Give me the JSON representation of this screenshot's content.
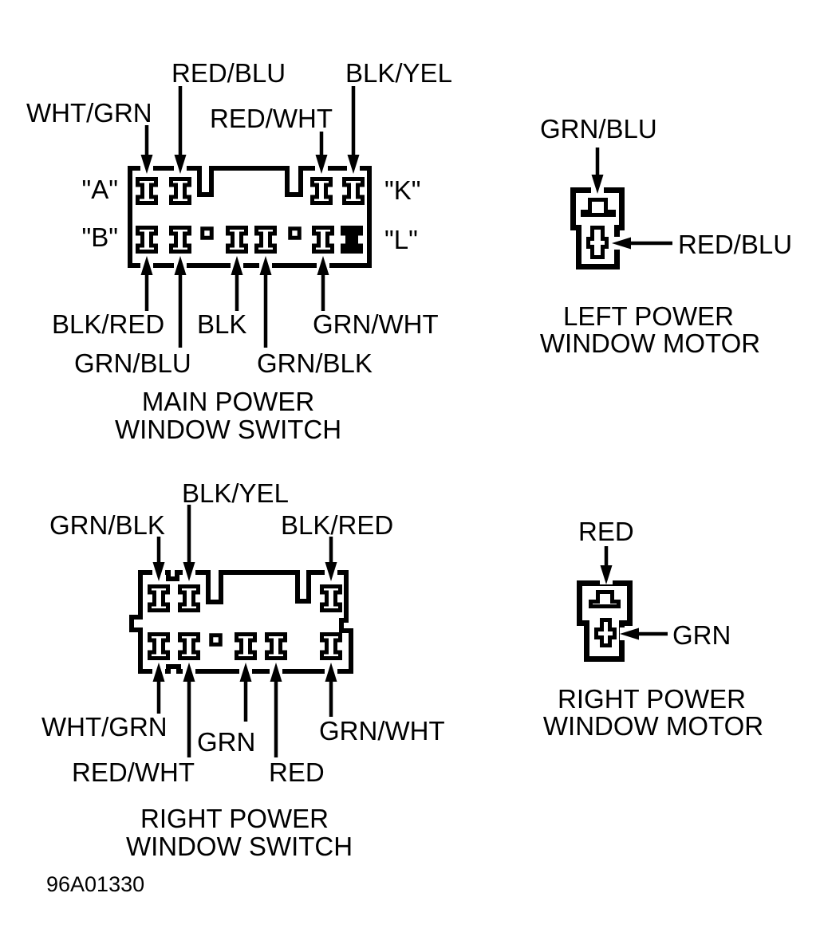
{
  "page": {
    "background": "#ffffff",
    "ink": "#000000"
  },
  "main_switch": {
    "title_line1": "MAIN POWER",
    "title_line2": "WINDOW SWITCH",
    "port_labels": {
      "a": "\"A\"",
      "b": "\"B\"",
      "k": "\"K\"",
      "l": "\"L\""
    },
    "top_wires": [
      "WHT/GRN",
      "RED/BLU",
      "RED/WHT",
      "BLK/YEL"
    ],
    "bottom_wires": [
      "BLK/RED",
      "GRN/BLU",
      "BLK",
      "GRN/BLK",
      "GRN/WHT"
    ]
  },
  "left_motor": {
    "title_line1": "LEFT POWER",
    "title_line2": "WINDOW MOTOR",
    "top_wire": "GRN/BLU",
    "side_wire": "RED/BLU"
  },
  "right_switch": {
    "title_line1": "RIGHT POWER",
    "title_line2": "WINDOW SWITCH",
    "top_wires": [
      "GRN/BLK",
      "BLK/YEL",
      "BLK/RED"
    ],
    "bottom_wires": [
      "WHT/GRN",
      "RED/WHT",
      "GRN",
      "RED",
      "GRN/WHT"
    ]
  },
  "right_motor": {
    "title_line1": "RIGHT POWER",
    "title_line2": "WINDOW MOTOR",
    "top_wire": "RED",
    "side_wire": "GRN"
  },
  "footer": {
    "diagram_id": "96A01330"
  }
}
